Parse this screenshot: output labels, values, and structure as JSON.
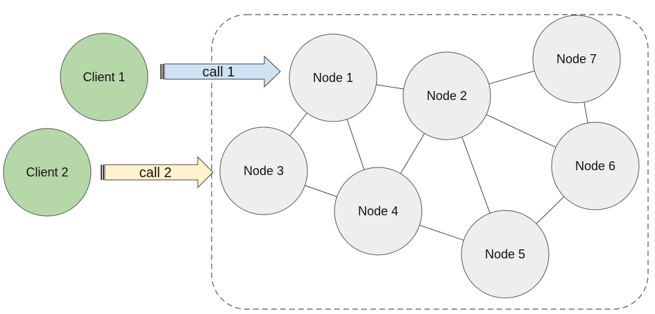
{
  "clients": [
    {
      "id": "client-1",
      "label": "Client 1"
    },
    {
      "id": "client-2",
      "label": "Client 2"
    }
  ],
  "calls": [
    {
      "id": "call-1",
      "label": "call 1",
      "from": "client-1",
      "fill": "#cfe2f3"
    },
    {
      "id": "call-2",
      "label": "call 2",
      "from": "client-2",
      "fill": "#fff2cc"
    }
  ],
  "nodes": [
    {
      "id": "node-1",
      "label": "Node 1"
    },
    {
      "id": "node-2",
      "label": "Node 2"
    },
    {
      "id": "node-3",
      "label": "Node 3"
    },
    {
      "id": "node-4",
      "label": "Node 4"
    },
    {
      "id": "node-5",
      "label": "Node 5"
    },
    {
      "id": "node-6",
      "label": "Node 6"
    },
    {
      "id": "node-7",
      "label": "Node 7"
    }
  ],
  "edges": [
    [
      "node-1",
      "node-2"
    ],
    [
      "node-1",
      "node-3"
    ],
    [
      "node-1",
      "node-4"
    ],
    [
      "node-2",
      "node-7"
    ],
    [
      "node-2",
      "node-4"
    ],
    [
      "node-2",
      "node-5"
    ],
    [
      "node-2",
      "node-6"
    ],
    [
      "node-3",
      "node-4"
    ],
    [
      "node-4",
      "node-5"
    ],
    [
      "node-5",
      "node-6"
    ],
    [
      "node-6",
      "node-7"
    ]
  ],
  "colors": {
    "client_fill": "#b6d7a8",
    "node_fill": "#eeeeee",
    "stroke": "#444444",
    "cluster_stroke": "#555555"
  }
}
